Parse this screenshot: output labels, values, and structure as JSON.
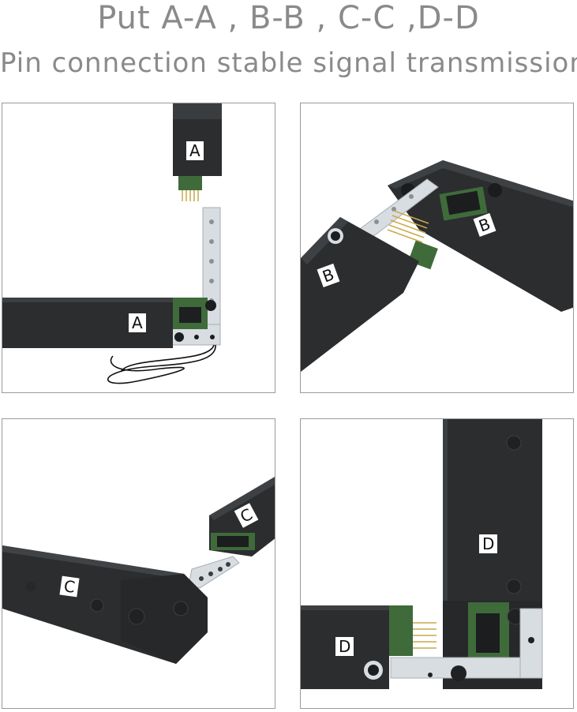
{
  "header": {
    "title": "Put A-A , B-B , C-C ,D-D",
    "subtitle": "Pin connection stable signal transmission"
  },
  "panels": {
    "a": {
      "label_top": "A",
      "label_bottom": "A"
    },
    "b": {
      "label_top": "B",
      "label_bottom": "B"
    },
    "c": {
      "label_top": "C",
      "label_bottom": "C"
    },
    "d": {
      "label_top": "D",
      "label_bottom": "D"
    }
  },
  "colors": {
    "text": "#8a8a8a",
    "housing": "#2b2d2f",
    "bracket": "#d8dde2",
    "pcb": "#3f6b3a",
    "pins": "#c9a94a",
    "frame": "#9a9a9a"
  }
}
